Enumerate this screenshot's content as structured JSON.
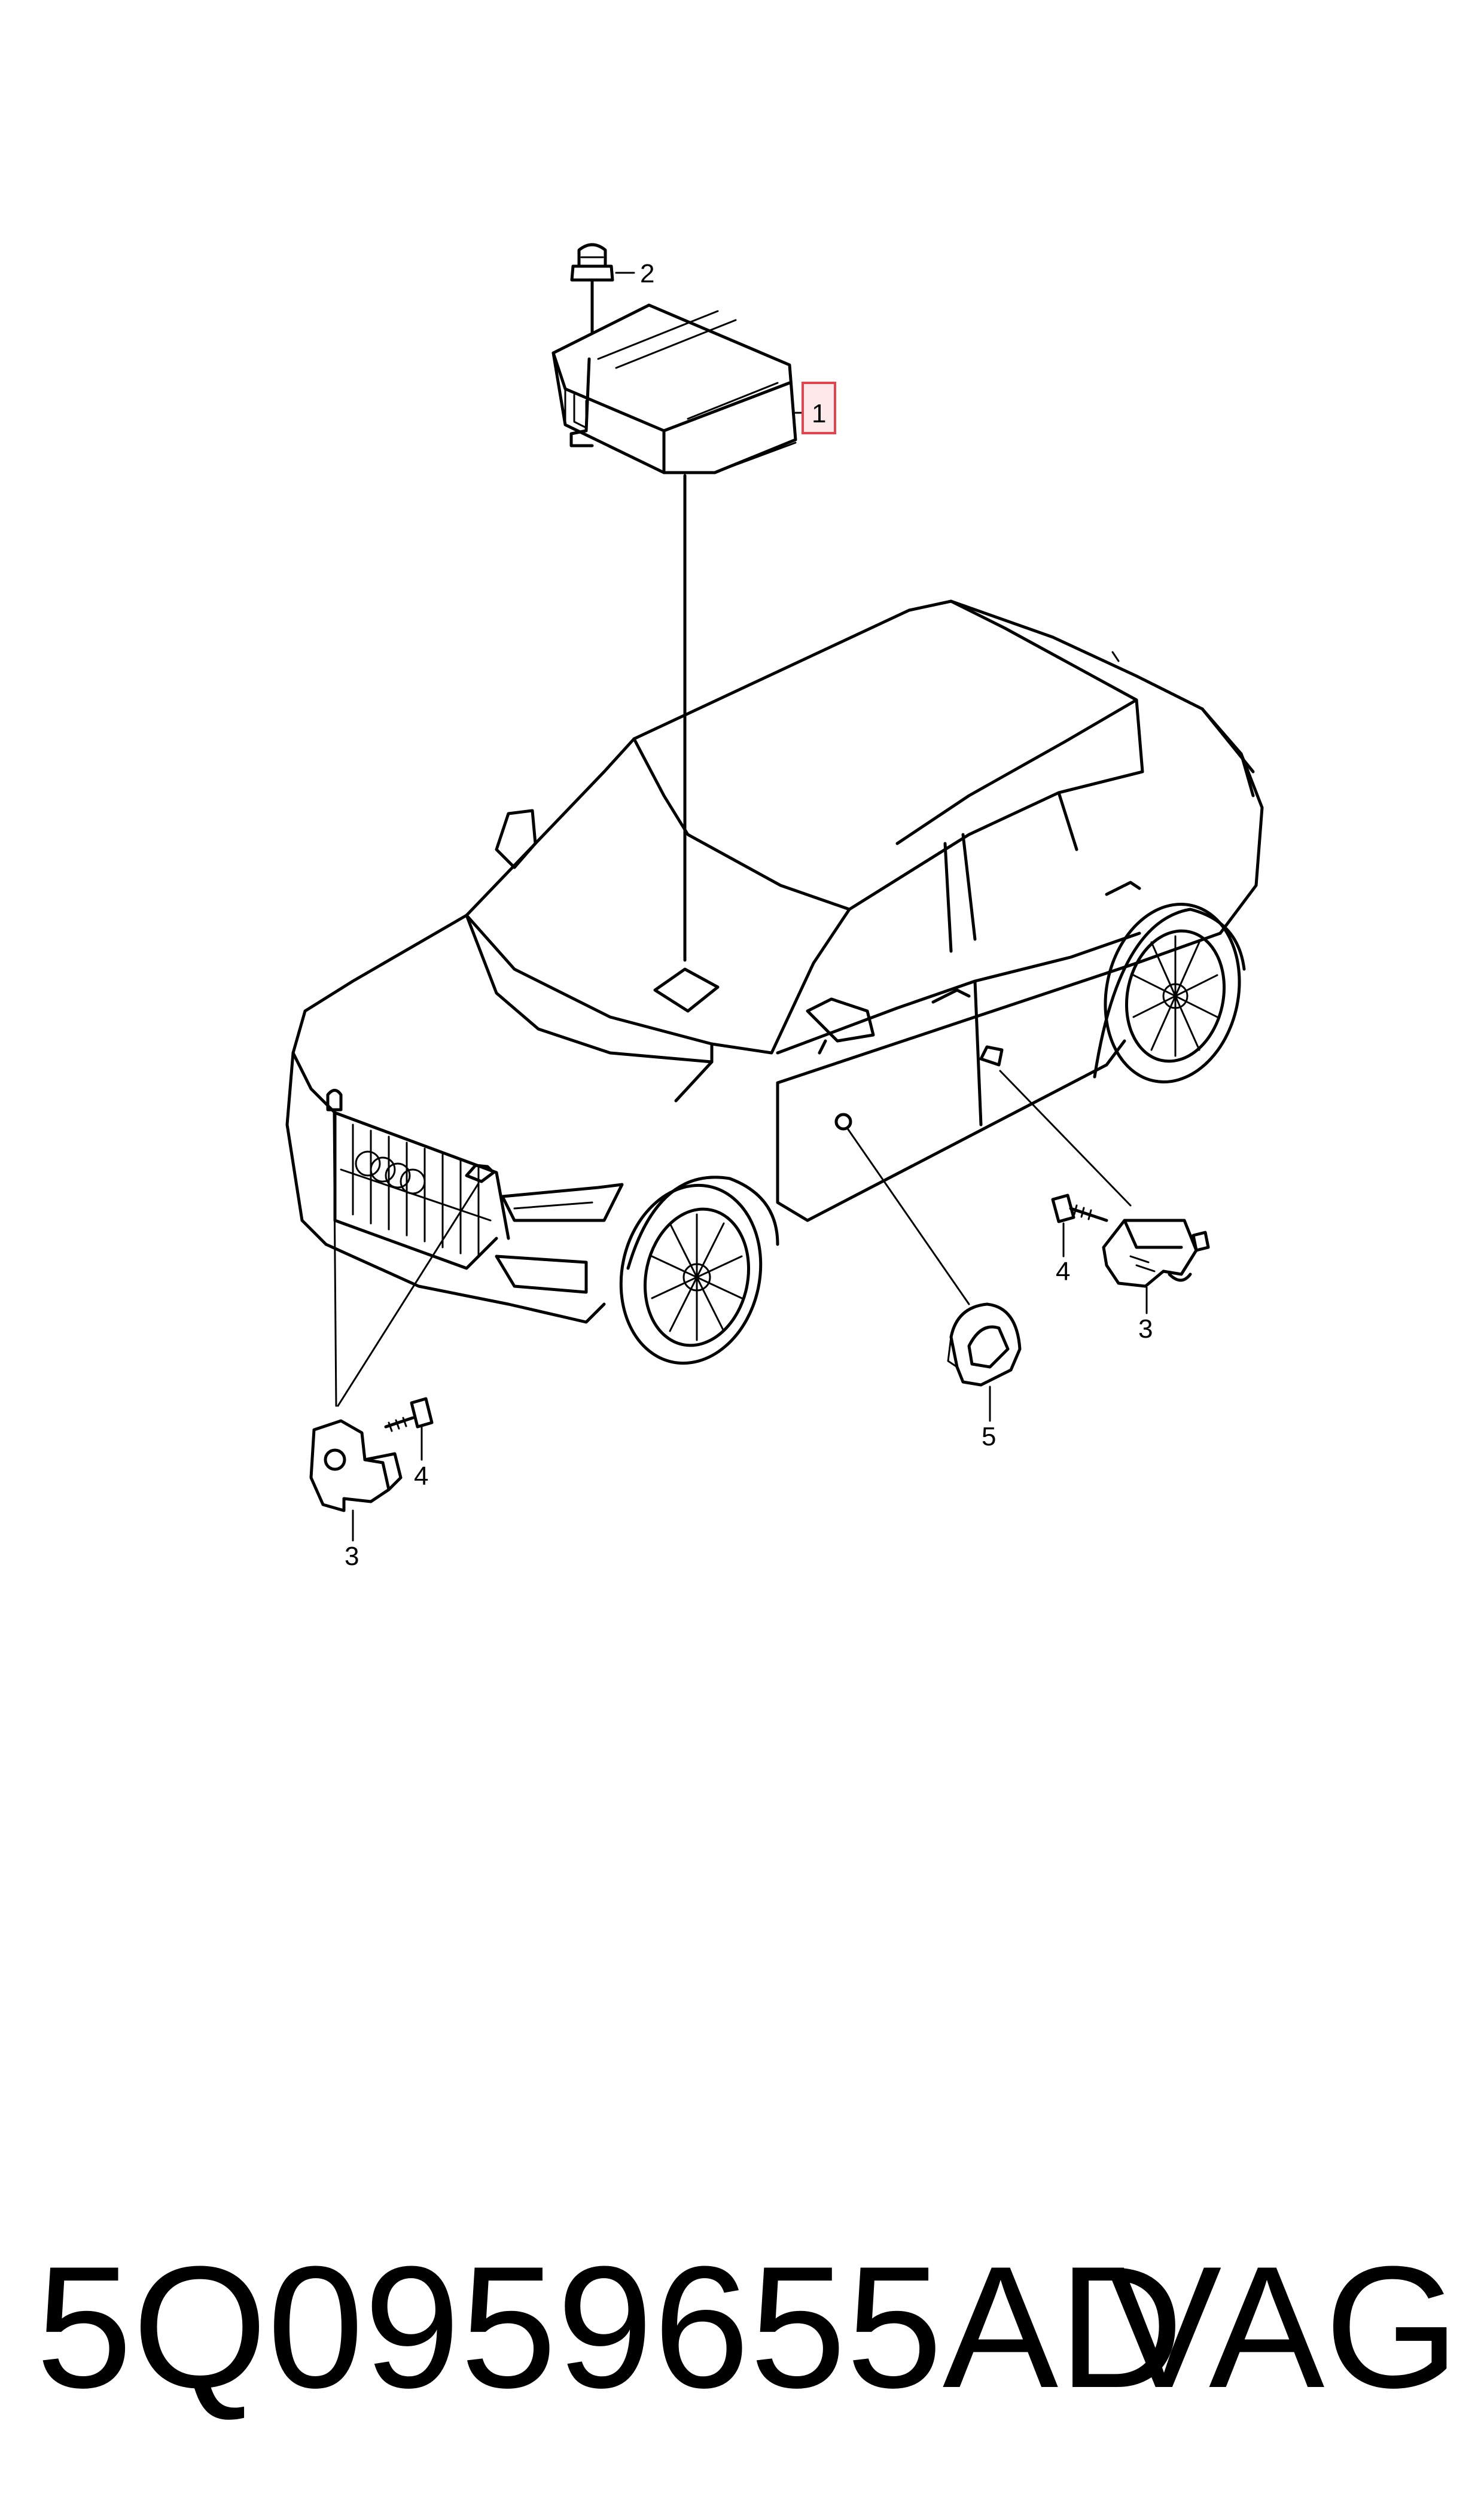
{
  "callouts": {
    "c1": "1",
    "c2": "2",
    "c3a": "3",
    "c3b": "3",
    "c4a": "4",
    "c4b": "4",
    "c5": "5"
  },
  "footer": {
    "part_number": "5Q0959655AD",
    "brand": "VAG"
  },
  "colors": {
    "line": "#000000",
    "highlight": "#e0464f",
    "highlight_fill": "#fde8ea"
  }
}
